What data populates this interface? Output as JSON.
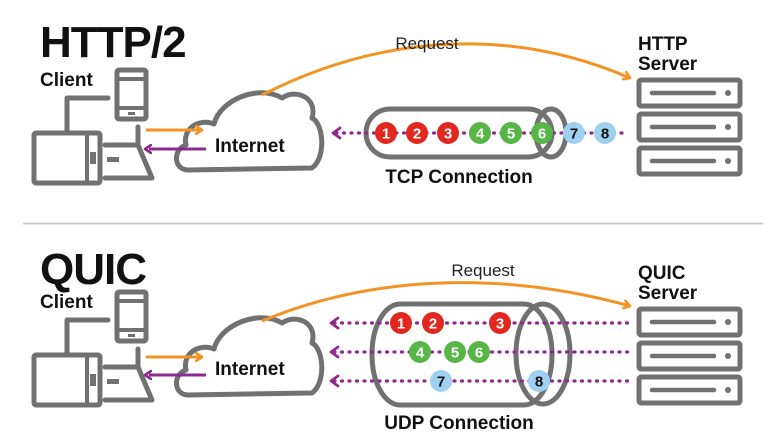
{
  "colors": {
    "request": "#f39323",
    "response": "#8e2a8f",
    "device": "#717172",
    "divider": "#cccccc",
    "packet_red": "#e2271e",
    "packet_green": "#57b645",
    "packet_blue": "#9fd0ef",
    "packet_text_light": "#ffffff",
    "packet_text_dark": "#111111"
  },
  "sections": [
    {
      "title": "HTTP/2",
      "client_label": "Client",
      "internet_label": "Internet",
      "request_label": "Request",
      "server_label_line1": "HTTP",
      "server_label_line2": "Server",
      "connection_label": "TCP Connection",
      "streams": [
        {
          "packets": [
            "1",
            "2",
            "3",
            "4",
            "5",
            "6",
            "7",
            "8"
          ],
          "colors": [
            "red",
            "red",
            "red",
            "green",
            "green",
            "green",
            "blue",
            "blue"
          ]
        }
      ]
    },
    {
      "title": "QUIC",
      "client_label": "Client",
      "internet_label": "Internet",
      "request_label": "Request",
      "server_label_line1": "QUIC",
      "server_label_line2": "Server",
      "connection_label": "UDP Connection",
      "streams": [
        {
          "packets": [
            "1",
            "2",
            "3"
          ],
          "colors": [
            "red",
            "red",
            "red"
          ]
        },
        {
          "packets": [
            "4",
            "5",
            "6"
          ],
          "colors": [
            "green",
            "green",
            "green"
          ]
        },
        {
          "packets": [
            "7",
            "8"
          ],
          "colors": [
            "blue",
            "blue"
          ]
        }
      ]
    }
  ]
}
